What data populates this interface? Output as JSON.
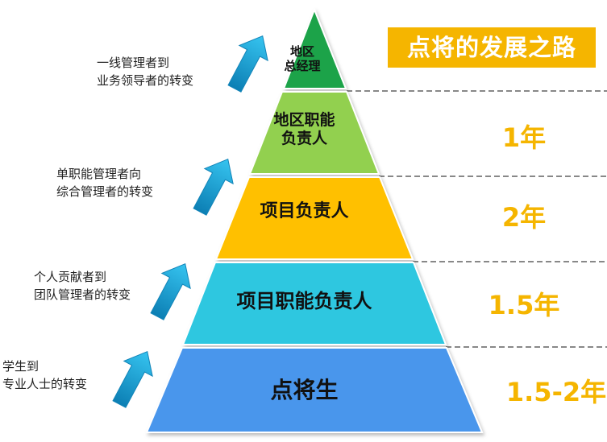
{
  "title": "点将的发展之路",
  "levels": [
    {
      "lines": [
        "地区",
        "总经理"
      ],
      "color": "#1aa34a"
    },
    {
      "lines": [
        "地区职能",
        "负责人"
      ],
      "color": "#92d050"
    },
    {
      "lines": [
        "项目负责人"
      ],
      "color": "#ffc000"
    },
    {
      "lines": [
        "项目职能负责人"
      ],
      "color": "#2ec7e0"
    },
    {
      "lines": [
        "点将生"
      ],
      "color": "#4a96ec"
    }
  ],
  "durations": [
    "1年",
    "2年",
    "1.5年",
    "1.5-2年"
  ],
  "transitions": [
    {
      "lines": [
        "一线管理者到",
        "业务领导者的转变"
      ]
    },
    {
      "lines": [
        "单职能管理者向",
        "综合管理者的转变"
      ]
    },
    {
      "lines": [
        "个人贡献者到",
        "团队管理者的转变"
      ]
    },
    {
      "lines": [
        "学生到",
        "专业人士的转变"
      ]
    }
  ],
  "colors": {
    "accent": "#f5b500",
    "arrow": "#1aa7d8",
    "divider": "#888888"
  }
}
